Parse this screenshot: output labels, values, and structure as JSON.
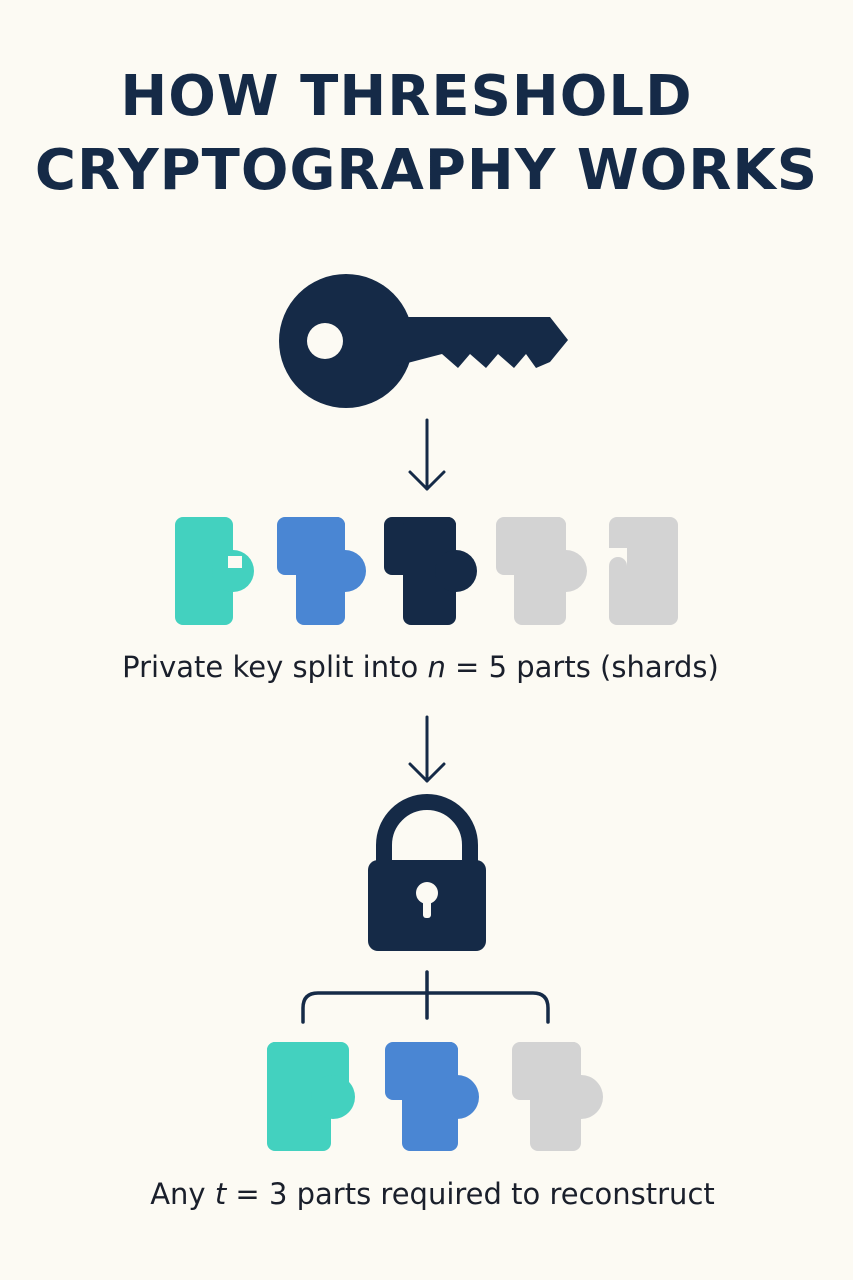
{
  "title": {
    "line1": "HOW THRESHOLD",
    "line2": "CRYPTOGRAPHY WORKS"
  },
  "split_caption": {
    "before": "Private key split into ",
    "variable": "n",
    "after": " = 5 parts (shards)"
  },
  "threshold_caption": {
    "before": "Any ",
    "variable": "t",
    "after": " = 3 parts required to reconstruct"
  },
  "colors": {
    "navy": "#152a47",
    "teal": "#43d1bf",
    "blue": "#4a86d3",
    "gray": "#d3d3d3",
    "background": "#fcfaf3"
  },
  "icons": [
    "key-icon",
    "padlock-icon",
    "arrow-down-icon",
    "puzzle-shard-icon"
  ],
  "shards_row": [
    "teal",
    "blue",
    "navy",
    "gray",
    "gray"
  ],
  "threshold_row": [
    "teal",
    "blue",
    "gray"
  ]
}
